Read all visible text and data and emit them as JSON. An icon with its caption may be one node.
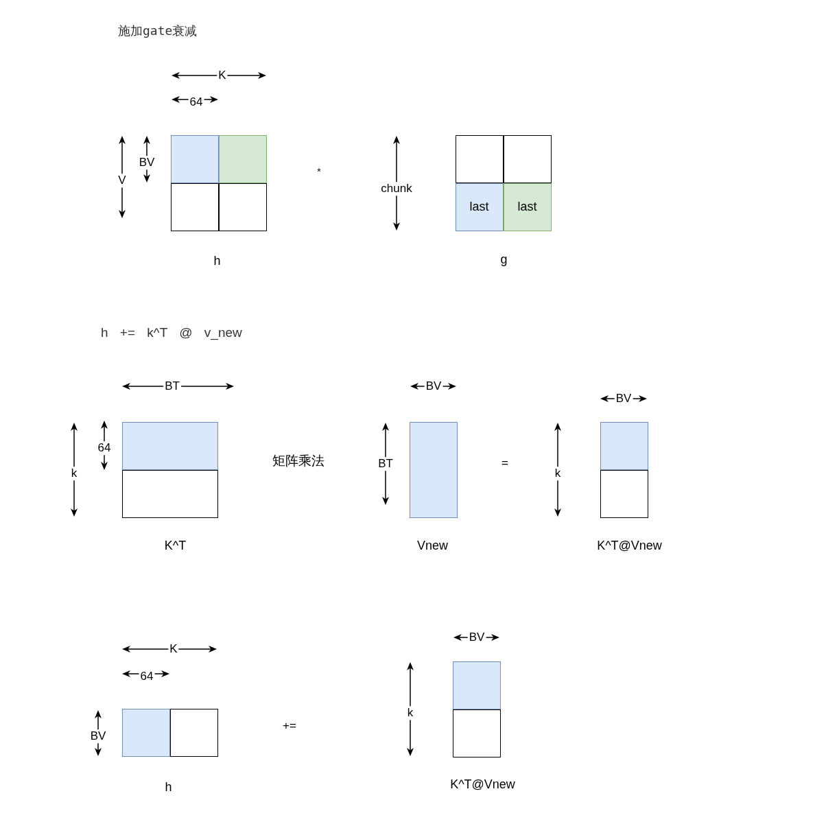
{
  "diagram": {
    "nodes": [
      {
        "text": [],
        "shape": "box",
        "beside": [
          "h"
        ]
      },
      {
        "text": [],
        "shape": "box",
        "in": 0
      },
      {
        "text": [],
        "shape": "box",
        "in": 0
      },
      {
        "text": [],
        "shape": "box",
        "in": 0
      },
      {
        "text": [],
        "shape": "box",
        "in": 0
      },
      {
        "text": [],
        "shape": "box",
        "beside": [
          "g"
        ]
      },
      {
        "text": [],
        "shape": "box",
        "in": 5
      },
      {
        "text": [],
        "shape": "box",
        "in": 5
      },
      {
        "text": [
          "last"
        ],
        "in": 5
      },
      {
        "text": [
          "last"
        ],
        "in": 5
      },
      {
        "text": [],
        "shape": "box",
        "beside": [
          "K^T"
        ]
      },
      {
        "text": [],
        "shape": "box",
        "in": 10
      },
      {
        "text": [],
        "shape": "box",
        "in": 10
      },
      {
        "text": [],
        "shape": "box",
        "beside": [
          "Vnew"
        ]
      },
      {
        "text": [],
        "shape": "box",
        "beside": [
          "K^T@Vnew"
        ]
      },
      {
        "text": [],
        "shape": "box",
        "in": 14
      },
      {
        "text": [],
        "shape": "box",
        "in": 14
      },
      {
        "text": [],
        "shape": "box",
        "beside": [
          "h"
        ]
      },
      {
        "text": [],
        "shape": "box",
        "in": 17
      },
      {
        "text": [],
        "shape": "box",
        "in": 17
      },
      {
        "text": [],
        "shape": "box",
        "beside": [
          "K^T@Vnew"
        ]
      },
      {
        "text": [],
        "shape": "box",
        "in": 20
      },
      {
        "text": [],
        "shape": "box",
        "in": 20
      }
    ],
    "labels": [
      "施加gate衰减",
      "K",
      "64",
      "V",
      "BV",
      "*",
      "chunk",
      "h += k^T @ v_new",
      "BT",
      "64",
      "k",
      "矩阵乘法",
      "BV",
      "BT",
      "=",
      "BV",
      "k",
      "K",
      "64",
      "BV",
      "+=",
      "BV",
      "k"
    ]
  }
}
